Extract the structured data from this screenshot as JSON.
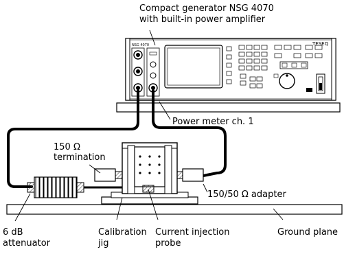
{
  "labels": {
    "generator_line1": "Compact generator NSG 4070",
    "generator_line2": "with built-in power amplifier",
    "power_meter": "Power meter ch. 1",
    "termination_line1": "150 Ω",
    "termination_line2": "termination",
    "adapter": "150/50 Ω adapter",
    "attenuator_line1": "6 dB",
    "attenuator_line2": "attenuator",
    "calibration_line1": "Calibration",
    "calibration_line2": "jig",
    "probe_line1": "Current injection",
    "probe_line2": "probe",
    "ground_plane": "Ground plane"
  },
  "device": {
    "model": "NSG 4070",
    "brand": "TESEQ"
  },
  "colors": {
    "line": "#000000",
    "panel": "#ffffff",
    "screen": "#e6e6e6",
    "hatch": "#555555"
  }
}
